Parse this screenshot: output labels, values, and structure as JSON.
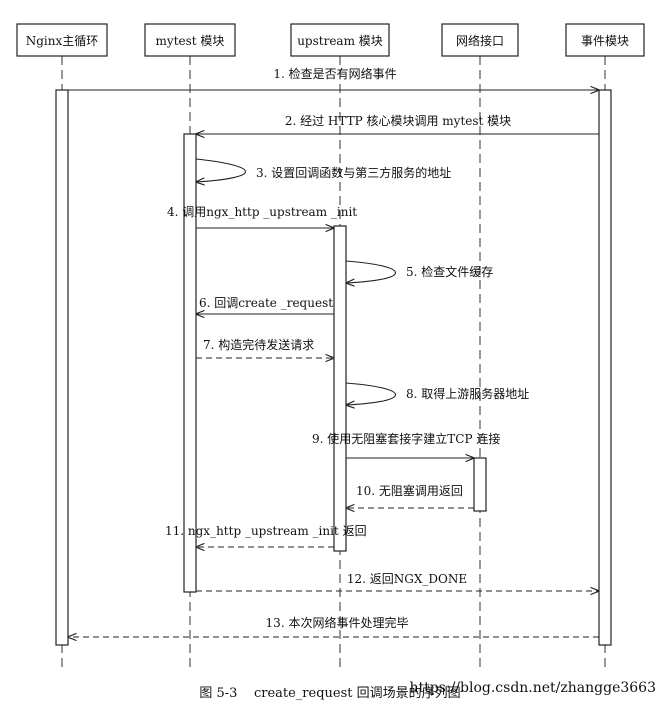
{
  "actors": [
    {
      "id": "nginx",
      "label": "Nginx主循环"
    },
    {
      "id": "mytest",
      "label": "mytest 模块"
    },
    {
      "id": "upstream",
      "label": "upstream 模块"
    },
    {
      "id": "net",
      "label": "网络接口"
    },
    {
      "id": "event",
      "label": "事件模块"
    }
  ],
  "messages": [
    {
      "label": "1. 检查是否有网络事件",
      "from": "nginx",
      "to": "event",
      "style": "solid"
    },
    {
      "label": "2. 经过 HTTP 核心模块调用 mytest 模块",
      "from": "event",
      "to": "mytest",
      "style": "solid"
    },
    {
      "label": "3. 设置回调函数与第三方服务的地址",
      "from": "mytest",
      "to": "mytest",
      "style": "self"
    },
    {
      "label": "4. 调用ngx_http _upstream _init",
      "from": "mytest",
      "to": "upstream",
      "style": "solid"
    },
    {
      "label": "5. 检查文件缓存",
      "from": "upstream",
      "to": "upstream",
      "style": "self"
    },
    {
      "label": "6. 回调create _request",
      "from": "upstream",
      "to": "mytest",
      "style": "solid"
    },
    {
      "label": "7. 构造完待发送请求",
      "from": "mytest",
      "to": "upstream",
      "style": "dashed"
    },
    {
      "label": "8. 取得上游服务器地址",
      "from": "upstream",
      "to": "upstream",
      "style": "self"
    },
    {
      "label": "9. 使用无阻塞套接字建立TCP 连接",
      "from": "upstream",
      "to": "net",
      "style": "solid"
    },
    {
      "label": "10. 无阻塞调用返回",
      "from": "net",
      "to": "upstream",
      "style": "dashed"
    },
    {
      "label": "11. ngx_http _upstream _init 返回",
      "from": "upstream",
      "to": "mytest",
      "style": "dashed"
    },
    {
      "label": "12. 返回NGX_DONE",
      "from": "mytest",
      "to": "event",
      "style": "dashed"
    },
    {
      "label": "13. 本次网络事件处理完毕",
      "from": "event",
      "to": "nginx",
      "style": "dashed"
    }
  ],
  "caption": "图 5-3    create_request 回调场景的序列图",
  "watermark": "https://blog.csdn.net/zhangge3663"
}
